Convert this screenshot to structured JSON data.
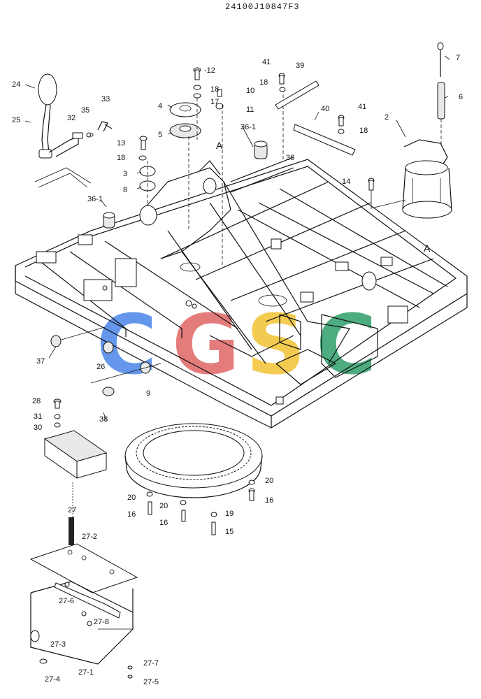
{
  "drawing_number": "24100J10847F3",
  "view_label_a_top": "A",
  "view_label_a_detail": "A",
  "watermark": {
    "letters": [
      "C",
      "G",
      "S",
      "C"
    ],
    "colors": [
      "#4a86e8",
      "#e06666",
      "#f1c232",
      "#2e9e6a"
    ]
  },
  "callouts": {
    "c1": "24",
    "c2": "25",
    "c3": "32",
    "c4": "35",
    "c5": "33",
    "c6": "-12",
    "c7": "18",
    "c8": "17",
    "c9": "4",
    "c10": "5",
    "c11": "10",
    "c12": "11",
    "c13": "41",
    "c14": "18",
    "c15": "39",
    "c16": "40",
    "c17": "41",
    "c18": "18",
    "c19": "7",
    "c20": "6",
    "c21": "2",
    "c22": "13",
    "c23": "18",
    "c24": "3",
    "c25": "8",
    "c26": "36-1",
    "c27": "36",
    "c28": "14",
    "c29": "36-1",
    "c30": "37",
    "c31": "26",
    "c32": "9",
    "c33": "28",
    "c34": "31",
    "c35": "30",
    "c36": "38",
    "c37": "20",
    "c38": "16",
    "c39": "20",
    "c40": "16",
    "c41": "20",
    "c42": "16",
    "c43": "19",
    "c44": "15",
    "c45": "27",
    "c46": "27-2",
    "c47": "27-6",
    "c48": "27-8",
    "c49": "27-3",
    "c50": "27-4",
    "c51": "27-1",
    "c52": "27-7",
    "c53": "27-5"
  }
}
